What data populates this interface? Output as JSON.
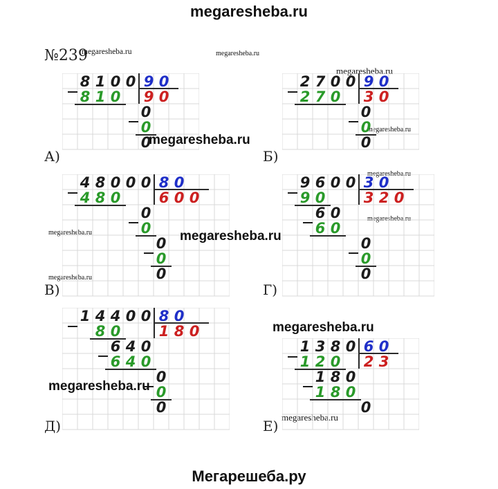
{
  "header": {
    "site": "megaresheba.ru"
  },
  "footer": {
    "site": "Мегарешеба.ру"
  },
  "task_number": "№239",
  "watermarks": {
    "small": "megaresheba.ru",
    "big": "megaresheba.ru"
  },
  "problems": [
    {
      "label": "А)",
      "dividend": [
        "8",
        "1",
        "0",
        "0"
      ],
      "divisor": [
        "9",
        "0"
      ],
      "quotient": [
        "9",
        "0"
      ],
      "steps": [
        {
          "value": [
            "8",
            "1",
            "0"
          ],
          "color": "green"
        },
        {
          "value": [
            "0"
          ],
          "color": "black"
        },
        {
          "value": [
            "0"
          ],
          "color": "green"
        },
        {
          "value": [
            "0"
          ],
          "color": "black"
        }
      ]
    },
    {
      "label": "Б)",
      "dividend": [
        "2",
        "7",
        "0",
        "0"
      ],
      "divisor": [
        "9",
        "0"
      ],
      "quotient": [
        "3",
        "0"
      ],
      "steps": [
        {
          "value": [
            "2",
            "7",
            "0"
          ],
          "color": "green"
        },
        {
          "value": [
            "0"
          ],
          "color": "black"
        },
        {
          "value": [
            "0"
          ],
          "color": "green"
        },
        {
          "value": [
            "0"
          ],
          "color": "black"
        }
      ]
    },
    {
      "label": "В)",
      "dividend": [
        "4",
        "8",
        "0",
        "0",
        "0"
      ],
      "divisor": [
        "8",
        "0"
      ],
      "quotient": [
        "6",
        "0",
        "0"
      ],
      "steps": [
        {
          "value": [
            "4",
            "8",
            "0"
          ],
          "color": "green"
        },
        {
          "value": [
            "0"
          ],
          "color": "black"
        },
        {
          "value": [
            "0"
          ],
          "color": "green"
        },
        {
          "value": [
            "0"
          ],
          "color": "black"
        },
        {
          "value": [
            "0"
          ],
          "color": "green"
        },
        {
          "value": [
            "0"
          ],
          "color": "black"
        }
      ]
    },
    {
      "label": "Г)",
      "dividend": [
        "9",
        "6",
        "0",
        "0"
      ],
      "divisor": [
        "3",
        "0"
      ],
      "quotient": [
        "3",
        "2",
        "0"
      ],
      "steps": [
        {
          "value": [
            "9",
            "0"
          ],
          "color": "green"
        },
        {
          "value": [
            "6",
            "0"
          ],
          "color": "black"
        },
        {
          "value": [
            "6",
            "0"
          ],
          "color": "green"
        },
        {
          "value": [
            "0"
          ],
          "color": "black"
        },
        {
          "value": [
            "0"
          ],
          "color": "green"
        },
        {
          "value": [
            "0"
          ],
          "color": "black"
        }
      ]
    },
    {
      "label": "Д)",
      "dividend": [
        "1",
        "4",
        "4",
        "0",
        "0"
      ],
      "divisor": [
        "8",
        "0"
      ],
      "quotient": [
        "1",
        "8",
        "0"
      ],
      "steps": [
        {
          "value": [
            "8",
            "0"
          ],
          "color": "green"
        },
        {
          "value": [
            "6",
            "4",
            "0"
          ],
          "color": "black"
        },
        {
          "value": [
            "6",
            "4",
            "0"
          ],
          "color": "green"
        },
        {
          "value": [
            "0"
          ],
          "color": "black"
        },
        {
          "value": [
            "0"
          ],
          "color": "green"
        },
        {
          "value": [
            "0"
          ],
          "color": "black"
        }
      ]
    },
    {
      "label": "Е)",
      "dividend": [
        "1",
        "3",
        "8",
        "0"
      ],
      "divisor": [
        "6",
        "0"
      ],
      "quotient": [
        "2",
        "3"
      ],
      "steps": [
        {
          "value": [
            "1",
            "2",
            "0"
          ],
          "color": "green"
        },
        {
          "value": [
            "1",
            "8",
            "0"
          ],
          "color": "black"
        },
        {
          "value": [
            "1",
            "8",
            "0"
          ],
          "color": "green"
        },
        {
          "value": [
            "0"
          ],
          "color": "black"
        }
      ]
    }
  ],
  "colors": {
    "black": "#1c1c1c",
    "green": "#2a9a2a",
    "blue": "#1f2fc8",
    "red": "#cc2020",
    "grid": "#d8d8d8"
  }
}
